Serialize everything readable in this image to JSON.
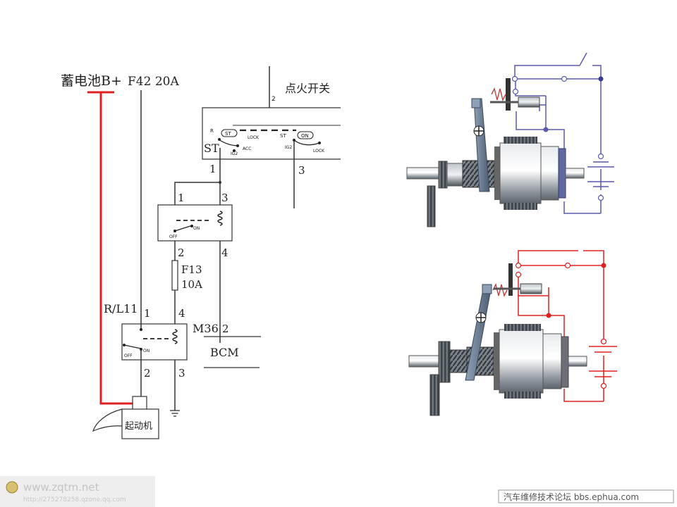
{
  "battery_label": "蓄电池B+",
  "fuse_main_label": "F42 20A",
  "ignition_switch_label": "点火开关",
  "ignition": {
    "pin_top": "2",
    "st": "ST",
    "pin_1": "1",
    "pin_3": "3",
    "r": "R",
    "st_small": "ST",
    "lock_left": "LOCK",
    "acc": "ACC",
    "ig2_left": "IG2",
    "st_right": "ST",
    "on_right": "ON",
    "ig2_right": "IG2",
    "lock_right": "LOCK"
  },
  "relay1": {
    "pin1": "1",
    "pin3": "3",
    "pin2": "2",
    "pin4": "4",
    "on": "ON",
    "off": "OFF"
  },
  "fuse_f13": {
    "line1": "F13",
    "line2": "10A"
  },
  "relay2": {
    "name": "R/L11",
    "pin1": "1",
    "pin4": "4",
    "pin2": "2",
    "pin3": "3",
    "on": "ON",
    "off": "OFF"
  },
  "m36": {
    "name": "M36",
    "pin": "2"
  },
  "bcm_label": "BCM",
  "starter_label": "起动机",
  "colors": {
    "wire": "#333333",
    "battery_wire": "#e02020",
    "motor_blue": "#5a5ab0",
    "motor_red": "#e02020",
    "motor_body": "#9aa0a8",
    "lever": "#6e7f95"
  },
  "watermark": {
    "left_site": "www.zqtm.net",
    "left_sub": "http://275278258.qzone.qq.com",
    "right": "汽车维修技术论坛 bbs.ephua.com"
  }
}
